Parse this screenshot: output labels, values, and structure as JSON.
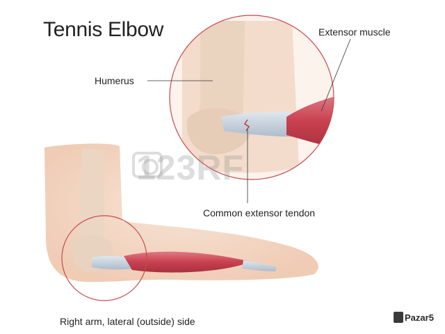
{
  "title": "Tennis Elbow",
  "labels": {
    "humerus": "Humerus",
    "extensor_muscle": "Extensor muscle",
    "common_extensor_tendon": "Common extensor tendon",
    "caption": "Right arm, lateral (outside) side"
  },
  "watermark": "123RF",
  "logo": "Pazar5",
  "colors": {
    "skin": "#f3d9c6",
    "bone": "#ecdccb",
    "muscle": "#c94a57",
    "tendon": "#c9d6e2",
    "circle_outline": "#c8484c",
    "leader_line": "#333333"
  }
}
